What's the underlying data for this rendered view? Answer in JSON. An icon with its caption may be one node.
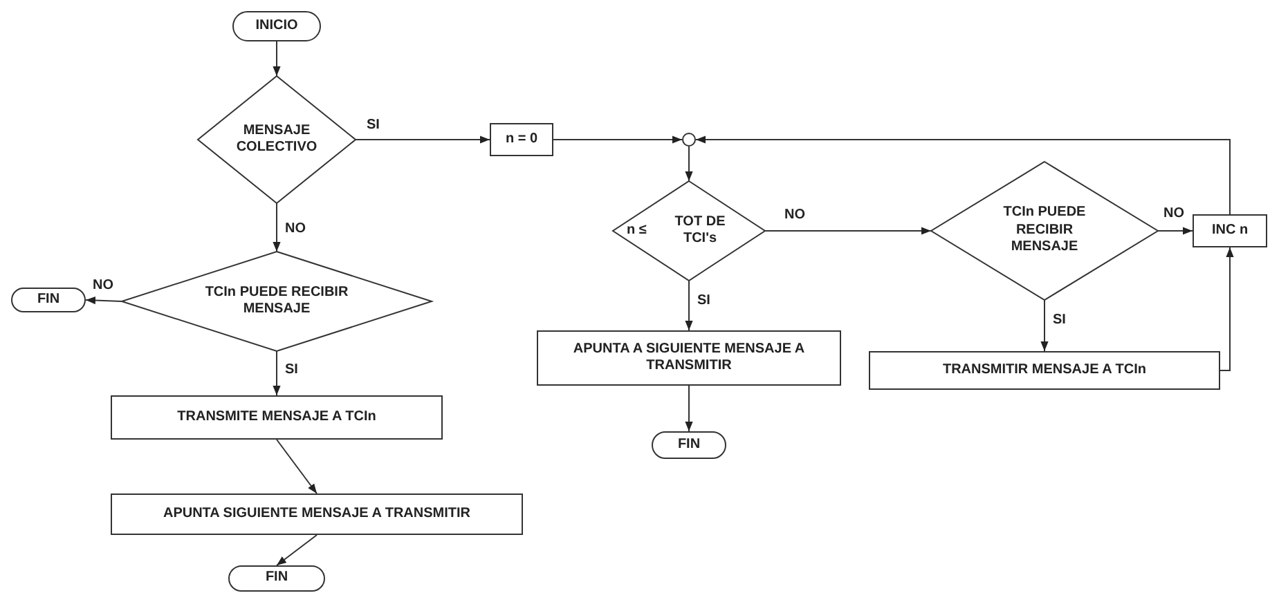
{
  "diagram": {
    "nodes": [
      {
        "text": [
          "INICIO"
        ]
      },
      {
        "text": [
          "MENSAJE COLECTIVO"
        ]
      },
      {
        "text": [
          "TCIn PUEDE RECIBIR MENSAJE"
        ]
      },
      {
        "text": [
          "FIN"
        ]
      },
      {
        "text": [
          "TRANSMITE MENSAJE A TCIn"
        ]
      },
      {
        "text": [
          "APUNTA SIGUIENTE MENSAJE A TRANSMITIR"
        ]
      },
      {
        "text": [
          "FIN"
        ]
      },
      {
        "text": [
          "n = 0"
        ]
      },
      {
        "text": [],
        "shape": "circle"
      },
      {
        "text": [
          "n ≤",
          "TOT DE TCI's"
        ]
      },
      {
        "text": [
          "APUNTA A SIGUIENTE MENSAJE A TRANSMITIR"
        ]
      },
      {
        "text": [
          "FIN"
        ]
      },
      {
        "text": [
          "TCIn PUEDE RECIBIR MENSAJE"
        ]
      },
      {
        "text": [
          "INC n"
        ]
      },
      {
        "text": [
          "TRANSMITIR MENSAJE A TCIn"
        ]
      }
    ],
    "edges": [
      {
        "from": 0,
        "to": 1,
        "arrow": "to"
      },
      {
        "from": 1,
        "to": 7,
        "arrow": "to",
        "label": "SI"
      },
      {
        "from": 1,
        "to": 2,
        "arrow": "to",
        "label": "NO"
      },
      {
        "from": 2,
        "to": 3,
        "arrow": "to",
        "label": "NO"
      },
      {
        "from": 2,
        "to": 4,
        "arrow": "to",
        "label": "SI"
      },
      {
        "from": 4,
        "to": 5,
        "arrow": "to"
      },
      {
        "from": 5,
        "to": 6,
        "arrow": "to"
      },
      {
        "from": 7,
        "to": 8,
        "arrow": "to"
      },
      {
        "from": 13,
        "to": 8,
        "arrow": "to"
      },
      {
        "from": 8,
        "to": 9,
        "arrow": "to"
      },
      {
        "from": 9,
        "to": 12,
        "arrow": "to",
        "label": "NO"
      },
      {
        "from": 9,
        "to": 10,
        "arrow": "to",
        "label": "SI"
      },
      {
        "from": 10,
        "to": 11,
        "arrow": "to"
      },
      {
        "from": 12,
        "to": 13,
        "arrow": "to",
        "label": "NO"
      },
      {
        "from": 12,
        "to": 14,
        "arrow": "to",
        "label": "SI"
      },
      {
        "from": 14,
        "to": 13,
        "arrow": "to"
      }
    ]
  }
}
